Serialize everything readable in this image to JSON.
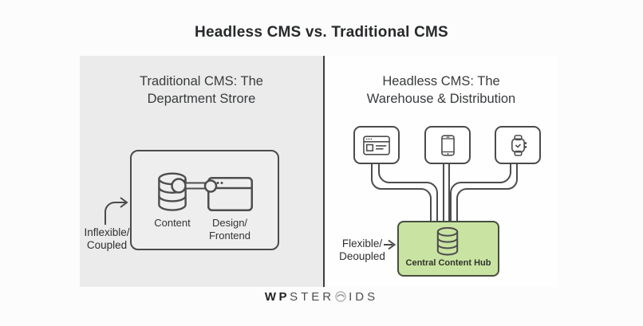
{
  "title": "Headless CMS vs. Traditional CMS",
  "colors": {
    "panel_gray": "#ebebeb",
    "line_stroke": "#4d4d4d",
    "hub_green": "#c9e3a2",
    "hub_border": "#474f3e"
  },
  "left_panel": {
    "heading": [
      "Traditional CMS: The",
      "Department Strore"
    ],
    "content_label": "Content",
    "frontend_label": [
      "Design/",
      "Frontend"
    ],
    "annotation": [
      "Inflexible/",
      "Coupled"
    ],
    "icons": [
      "database-icon",
      "link-coupling-icon",
      "browser-window-icon"
    ]
  },
  "right_panel": {
    "heading": [
      "Headless CMS: The",
      "Warehouse & Distribution"
    ],
    "devices": [
      {
        "icon": "browser-icon"
      },
      {
        "icon": "smartphone-icon"
      },
      {
        "icon": "smartwatch-icon"
      }
    ],
    "hub_label": "Central Content Hub",
    "hub_icon": "database-icon",
    "annotation": [
      "Flexible/",
      "Deoupled"
    ]
  },
  "footer": {
    "brand_prefix": "WP",
    "brand_mid": "STER",
    "brand_suffix": "IDS",
    "brand_o_icon": "steroids-o-icon"
  }
}
